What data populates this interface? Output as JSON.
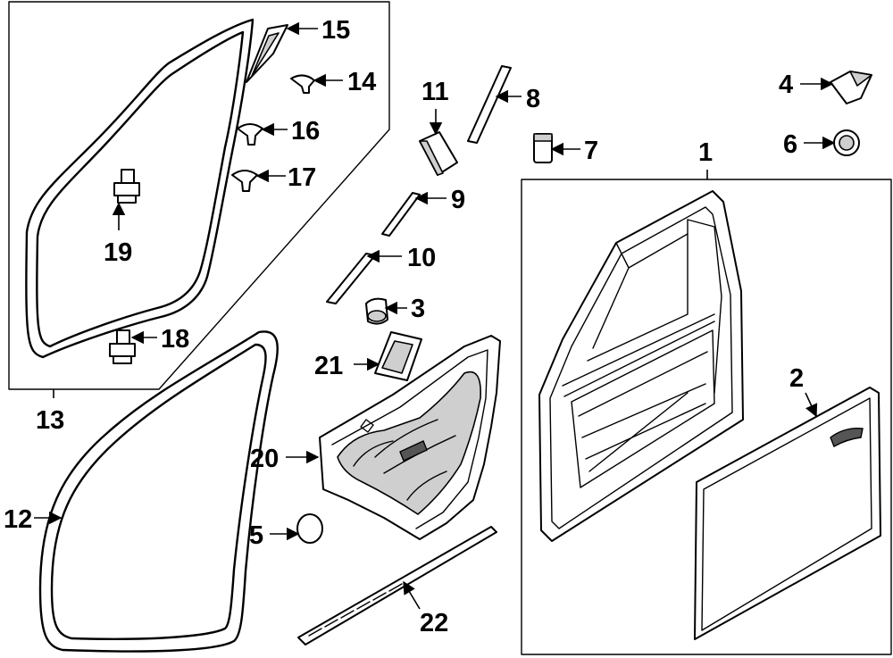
{
  "callouts": [
    {
      "id": "1",
      "text": "1"
    },
    {
      "id": "2",
      "text": "2"
    },
    {
      "id": "3",
      "text": "3"
    },
    {
      "id": "4",
      "text": "4"
    },
    {
      "id": "5",
      "text": "5"
    },
    {
      "id": "6",
      "text": "6"
    },
    {
      "id": "7",
      "text": "7"
    },
    {
      "id": "8",
      "text": "8"
    },
    {
      "id": "9",
      "text": "9"
    },
    {
      "id": "10",
      "text": "10"
    },
    {
      "id": "11",
      "text": "11"
    },
    {
      "id": "12",
      "text": "12"
    },
    {
      "id": "13",
      "text": "13"
    },
    {
      "id": "14",
      "text": "14"
    },
    {
      "id": "15",
      "text": "15"
    },
    {
      "id": "16",
      "text": "16"
    },
    {
      "id": "17",
      "text": "17"
    },
    {
      "id": "18",
      "text": "18"
    },
    {
      "id": "19",
      "text": "19"
    },
    {
      "id": "20",
      "text": "20"
    },
    {
      "id": "21",
      "text": "21"
    },
    {
      "id": "22",
      "text": "22"
    }
  ],
  "colors": {
    "line": "#000000",
    "background": "#ffffff",
    "fill_shade": "#cfcfcf"
  }
}
